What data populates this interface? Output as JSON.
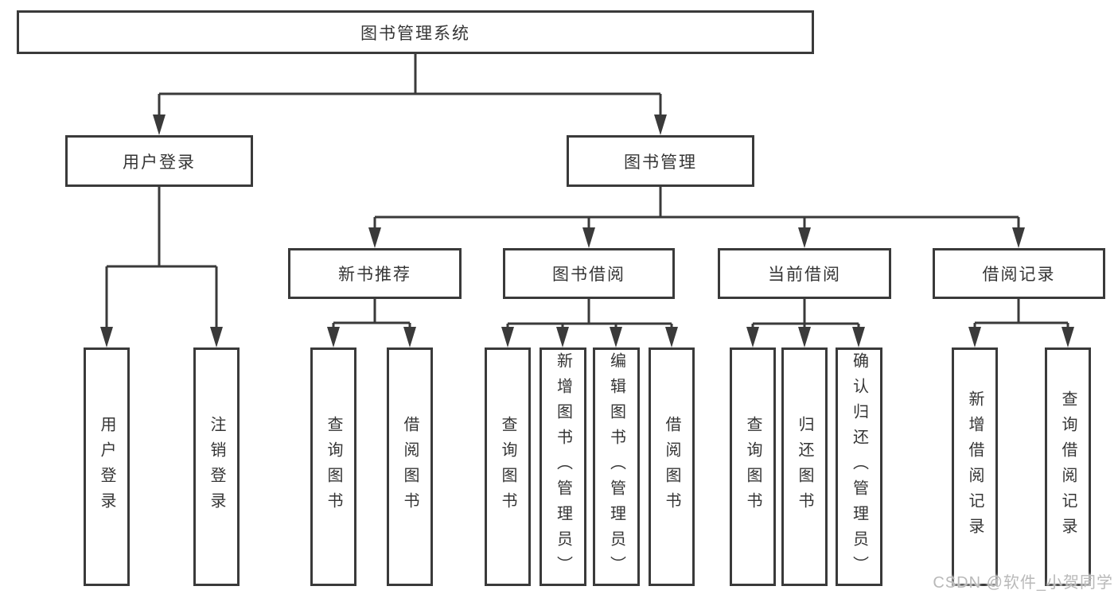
{
  "diagram": {
    "root": {
      "label": "图书管理系统"
    },
    "user_login": {
      "label": "用户登录",
      "children": [
        {
          "label": "用户登录"
        },
        {
          "label": "注销登录"
        }
      ]
    },
    "book_mgmt": {
      "label": "图书管理",
      "children": [
        {
          "label": "新书推荐",
          "children": [
            {
              "label": "查询图书"
            },
            {
              "label": "借阅图书"
            }
          ]
        },
        {
          "label": "图书借阅",
          "children": [
            {
              "label": "查询图书"
            },
            {
              "label": "新增图书（管理员）"
            },
            {
              "label": "编辑图书（管理员）"
            },
            {
              "label": "借阅图书"
            }
          ]
        },
        {
          "label": "当前借阅",
          "children": [
            {
              "label": "查询图书"
            },
            {
              "label": "归还图书"
            },
            {
              "label": "确认归还（管理员）"
            }
          ]
        },
        {
          "label": "借阅记录",
          "children": [
            {
              "label": "新增借阅记录"
            },
            {
              "label": "查询借阅记录"
            }
          ]
        }
      ]
    }
  },
  "watermark": {
    "text": "CSDN @软件_小贺同学",
    "color": "#b9b9b9"
  },
  "colors": {
    "line": "#3a3a3a",
    "box_background": "#ffffff",
    "page_background": "#ffffff"
  }
}
